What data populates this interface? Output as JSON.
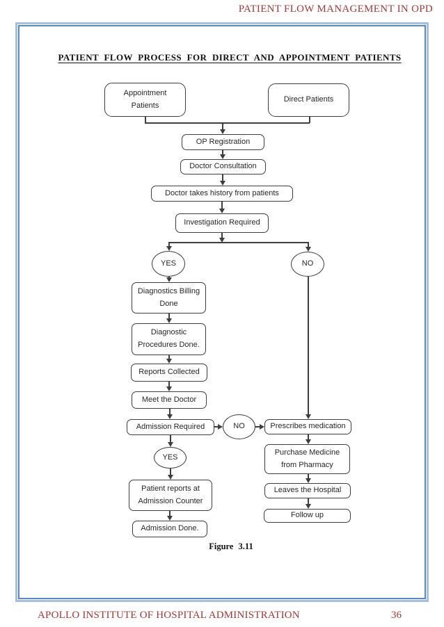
{
  "header": {
    "title": "PATIENT FLOW MANAGEMENT IN OPD"
  },
  "document": {
    "title": "PATIENT FLOW PROCESS FOR DIRECT AND APPOINTMENT PATIENTS",
    "caption": "Figure  3.11"
  },
  "footer": {
    "institute": "APOLLO INSTITUTE OF HOSPITAL ADMINISTRATION",
    "page_number": "36"
  },
  "colors": {
    "accent_red": "#9c3a39",
    "frame_outer_blue": "#a5c0e2",
    "frame_inner_blue": "#5d87c1",
    "line_dark": "#3e3e3e"
  },
  "flowchart": {
    "nodes": {
      "appointment_patients": "Appointment\nPatients",
      "direct_patients": "Direct Patients",
      "op_registration": "OP Registration",
      "doctor_consultation": "Doctor Consultation",
      "doctor_history": "Doctor takes history from patients",
      "investigation_required": "Investigation Required",
      "investigation_yes": "YES",
      "investigation_no": "NO",
      "diagnostics_billing": "Diagnostics Billing\nDone",
      "diagnostic_procedures": "Diagnostic\nProcedures Done.",
      "reports_collected": "Reports Collected",
      "meet_doctor": "Meet the Doctor",
      "admission_required": "Admission Required",
      "admission_no": "NO",
      "admission_yes": "YES",
      "prescribes_medication": "Prescribes medication",
      "purchase_medicine": "Purchase Medicine\nfrom Pharmacy",
      "leaves_hospital": "Leaves the Hospital",
      "follow_up": "Follow up",
      "patient_reports": "Patient reports at\nAdmission Counter",
      "admission_done": "Admission Done."
    }
  }
}
